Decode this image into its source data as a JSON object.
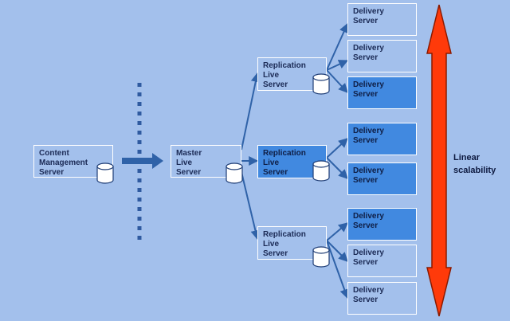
{
  "colors": {
    "background": "#a3c0ec",
    "box_border": "#ffffff",
    "highlight": "#4189e0",
    "connector": "#2f62a8",
    "scale_arrow": "#ff3a0a",
    "text": "#1b2a55"
  },
  "nodes": {
    "cms": {
      "lines": [
        "Content",
        "Management",
        "Server"
      ],
      "highlighted": false
    },
    "master": {
      "lines": [
        "Master",
        "Live",
        "Server"
      ],
      "highlighted": false
    },
    "replication_1": {
      "lines": [
        "Replication",
        "Live",
        "Server"
      ],
      "highlighted": false
    },
    "replication_2": {
      "lines": [
        "Replication",
        "Live",
        "Server"
      ],
      "highlighted": true
    },
    "replication_3": {
      "lines": [
        "Replication",
        "Live",
        "Server"
      ],
      "highlighted": false
    },
    "delivery": [
      {
        "lines": [
          "Delivery",
          "Server"
        ],
        "highlighted": false
      },
      {
        "lines": [
          "Delivery",
          "Server"
        ],
        "highlighted": false
      },
      {
        "lines": [
          "Delivery",
          "Server"
        ],
        "highlighted": true
      },
      {
        "lines": [
          "Delivery",
          "Server"
        ],
        "highlighted": true
      },
      {
        "lines": [
          "Delivery",
          "Server"
        ],
        "highlighted": true
      },
      {
        "lines": [
          "Delivery",
          "Server"
        ],
        "highlighted": true
      },
      {
        "lines": [
          "Delivery",
          "Server"
        ],
        "highlighted": false
      },
      {
        "lines": [
          "Delivery",
          "Server"
        ],
        "highlighted": false
      }
    ]
  },
  "scalability_label": [
    "Linear",
    "scalability"
  ]
}
